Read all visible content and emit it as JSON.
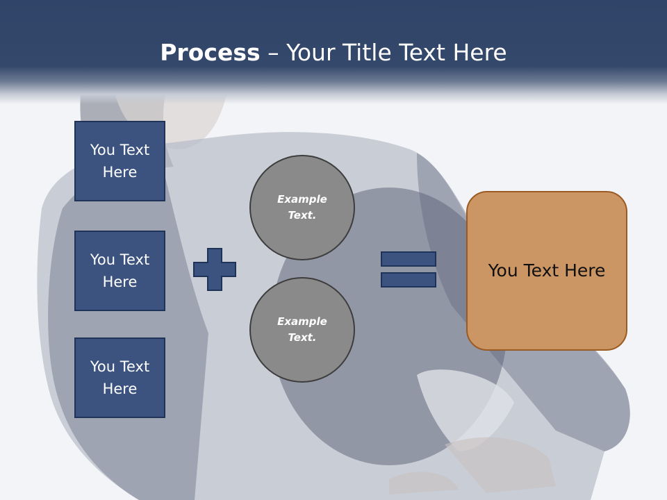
{
  "header": {
    "title_bold": "Process",
    "title_rest": " – Your Title Text Here"
  },
  "inputs": [
    {
      "label": "You Text Here"
    },
    {
      "label": "You Text Here"
    },
    {
      "label": "You Text Here"
    }
  ],
  "operands": [
    {
      "label": "Example Text."
    },
    {
      "label": "Example Text."
    }
  ],
  "operators": {
    "plus_icon": "plus-icon",
    "equals_icon": "equals-icon"
  },
  "result": {
    "label": "You Text Here"
  },
  "colors": {
    "header": "#34486b",
    "box_fill": "#3c5380",
    "box_border": "#1f3358",
    "circle_fill": "#8a8a8a",
    "result_fill": "#cc9664",
    "result_border": "#9a5a22"
  }
}
